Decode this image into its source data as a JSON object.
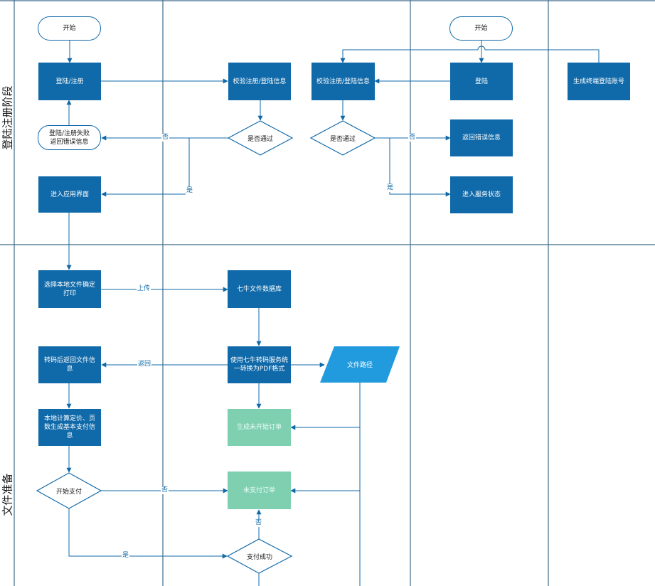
{
  "lanes": {
    "login": "登陆注册阶段",
    "file_prep": "文件准备"
  },
  "nodes": {
    "start_left": "开始",
    "login_register": "登陆/注册",
    "login_fail": "登陆/注册失败\n返回错误信息",
    "enter_app": "进入应用界面",
    "verify_left": "校验注册/登陆信息",
    "pass_left": "是否通过",
    "verify_right": "校验注册/登陆信息",
    "pass_right": "是否通过",
    "start_right": "开始",
    "login_right": "登陆",
    "return_error": "返回错误信息",
    "enter_service": "进入服务状态",
    "gen_account": "生成终端登陆账号",
    "select_file": "选择本地文件确定打印",
    "qiniu_db": "七牛文件数据库",
    "convert_back": "转码后返回文件信息",
    "qiniu_convert": "使用七牛转码服务统一转换为PDF格式",
    "file_path": "文件路径",
    "calc_price": "本地计算定价、页数生成基本支付信息",
    "gen_order": "生成未开始订单",
    "start_pay": "开始支付",
    "unpaid_order": "未支付订单",
    "pay_success": "支付成功"
  },
  "edge_labels": {
    "no_1": "否",
    "yes_1": "是",
    "no_2": "否",
    "yes_2": "是",
    "upload": "上传",
    "return": "返回",
    "no_3": "否",
    "no_4": "否",
    "yes_3": "是"
  },
  "colors": {
    "process": "#1069a8",
    "pending": "#7fcfb1",
    "data": "#229bde",
    "line": "#1069a8",
    "lane_line": "#3f6b8c"
  }
}
